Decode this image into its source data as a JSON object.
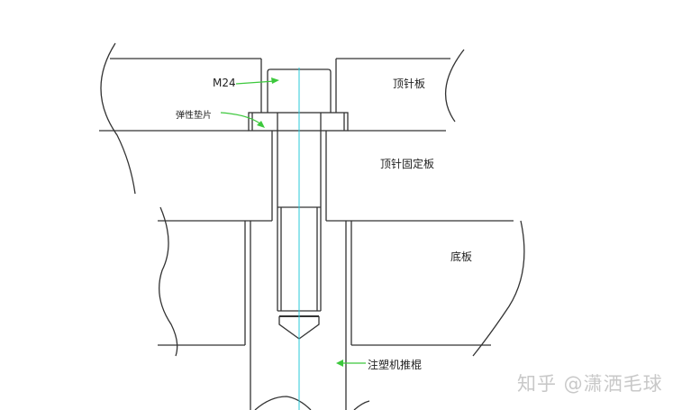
{
  "labels": {
    "bolt": "M24",
    "washer": "弹性垫片",
    "ejector_plate": "顶针板",
    "retainer_plate": "顶针固定板",
    "base_plate": "底板",
    "ejector_rod": "注塑机推棍"
  },
  "watermark": "知乎 @潇洒毛球",
  "colors": {
    "line": "#333333",
    "centerline": "#28c8d8",
    "leader": "#3cc83c"
  }
}
